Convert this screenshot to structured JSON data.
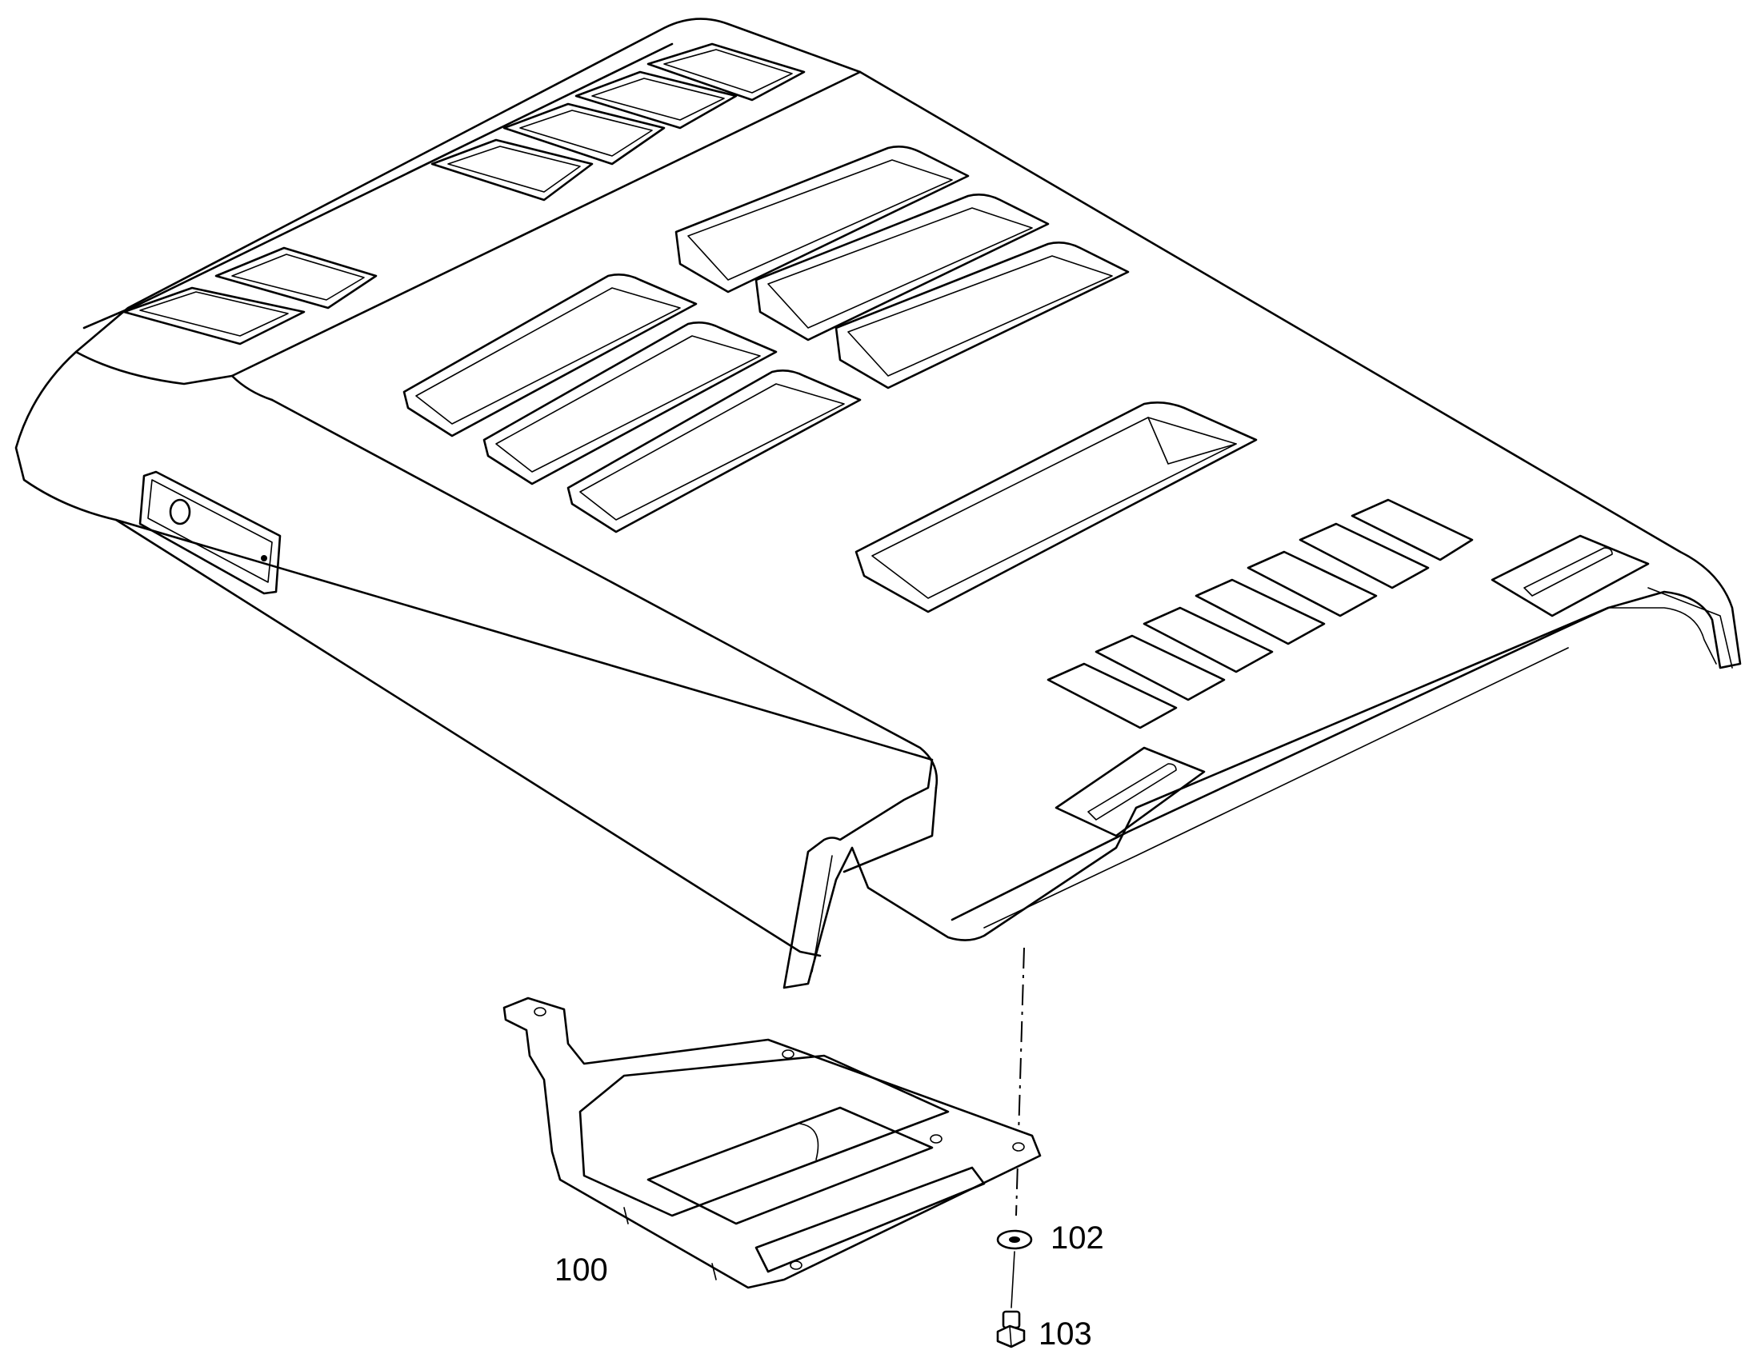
{
  "callouts": {
    "part_100": "100",
    "part_102": "102",
    "part_103": "103"
  },
  "colors": {
    "line": "#000000",
    "background": "#ffffff"
  }
}
